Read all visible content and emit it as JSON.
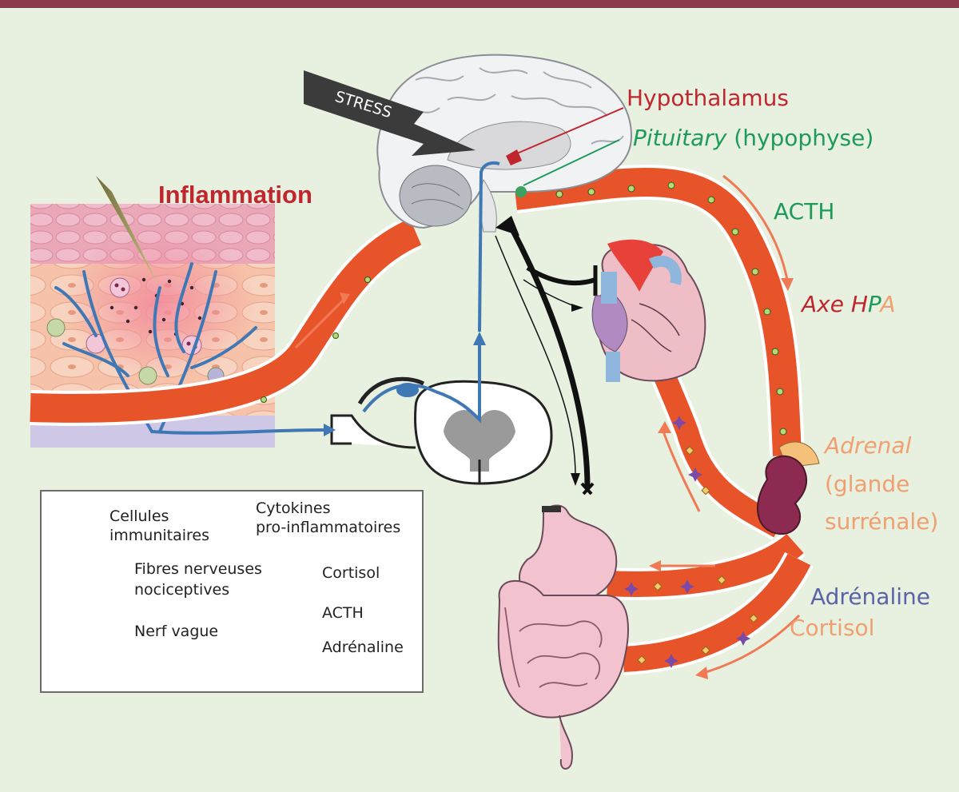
{
  "labels": {
    "stress": "STRESS",
    "inflammation": "Inflammation",
    "hypothalamus": "Hypothalamus",
    "pituitary_en": "Pituitary",
    "pituitary_fr": " (hypophyse)",
    "acth": "ACTH",
    "axe_a": "Axe H",
    "axe_b": "P",
    "axe_c": "A",
    "adrenal": "Adrenal",
    "adrenal_fr1": "(glande",
    "adrenal_fr2": "surrénale)",
    "adrenaline": "Adrénaline",
    "cortisol": "Cortisol"
  },
  "legend": {
    "immune_1": "Cellules",
    "immune_2": "immunitaires",
    "cyto_1": "Cytokines",
    "cyto_2": "pro-inflammatoires",
    "fibres_1": "Fibres nerveuses",
    "fibres_2": "nociceptives",
    "cortisol": "Cortisol",
    "acth": "ACTH",
    "nerf": "Nerf vague",
    "adren": "Adrénaline"
  },
  "colors": {
    "background": "#e8f0df",
    "top_bar": "#8b3a4a",
    "red_label": "#c0262d",
    "green_label": "#1e9a5a",
    "orange_label": "#f0a070",
    "blue_label": "#5a62a8",
    "vessel": "#e8542a",
    "nerve_blue": "#3f78b5",
    "vagus": "#111111"
  }
}
